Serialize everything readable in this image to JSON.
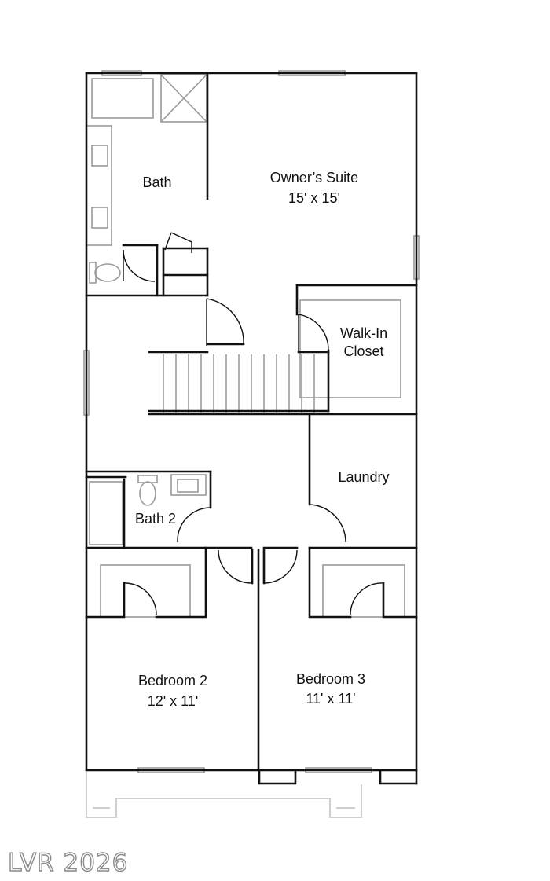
{
  "rooms": {
    "bath": "Bath",
    "owners_suite": "Owner’s Suite",
    "owners_suite_size": "15' x 15'",
    "walk_in": "Walk-In",
    "closet": "Closet",
    "laundry": "Laundry",
    "bath2": "Bath 2",
    "bedroom2": "Bedroom 2",
    "bedroom2_size": "12' x 11'",
    "bedroom3": "Bedroom 3",
    "bedroom3_size": "11' x 11'"
  },
  "watermark": "LVR 2026",
  "colors": {
    "wall": "#111111",
    "fixture": "#9a9a9a",
    "faint": "#cfcfcf"
  }
}
